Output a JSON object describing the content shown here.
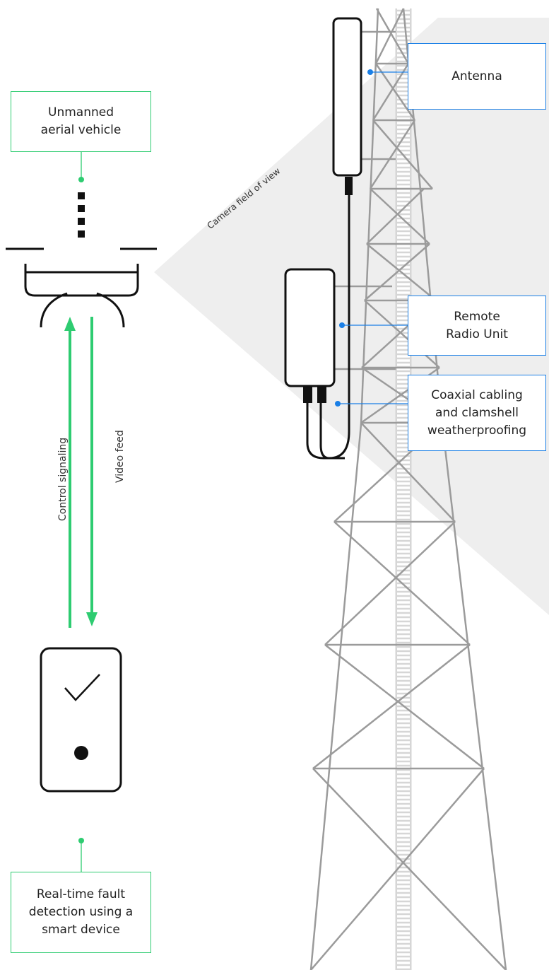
{
  "labels": {
    "uav": "Unmanned\naerial vehicle",
    "smart_device": "Real-time fault\ndetection using a\nsmart device",
    "antenna": "Antenna",
    "rru": "Remote\nRadio Unit",
    "coax": "Coaxial cabling\nand clamshell\nweatherproofing",
    "camera_fov": "Camera field of view",
    "control_signaling": "Control signaling",
    "video_feed": "Video feed"
  },
  "colors": {
    "green_accent": "#2ecc71",
    "blue_accent": "#1a7fe6",
    "tower_gray": "#9b9b9b",
    "fov_gray": "#eeeeee",
    "ink": "#111111"
  },
  "icons": [
    "drone-icon",
    "smartphone-icon",
    "checkmark-icon",
    "antenna-icon",
    "remote-radio-unit-icon",
    "tower-icon"
  ]
}
